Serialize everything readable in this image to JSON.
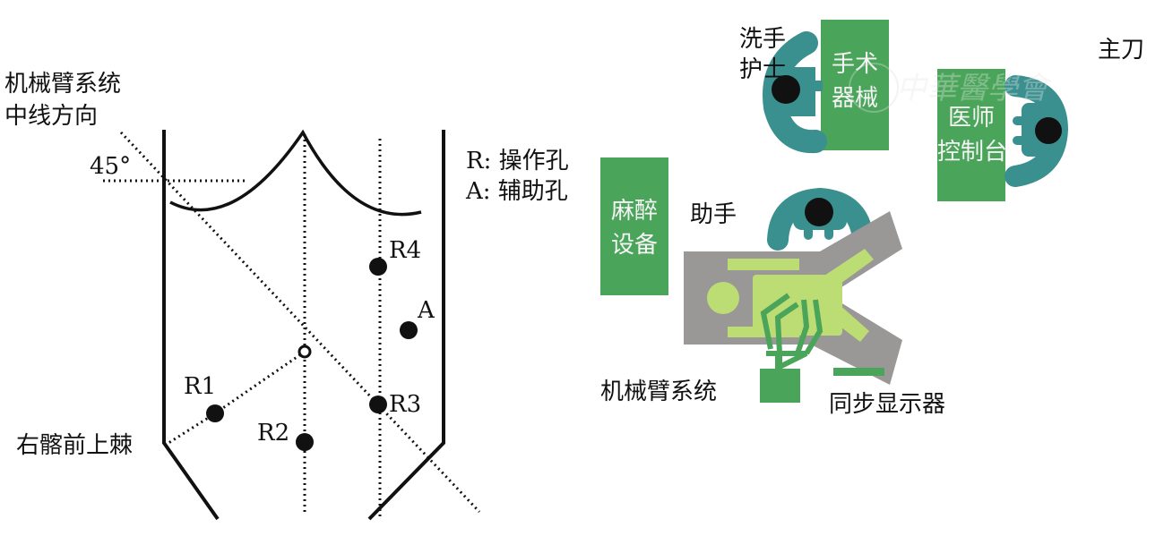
{
  "left_diagram": {
    "axis_title_line1": "机械臂系统",
    "axis_title_line2": "中线方向",
    "angle": "45°",
    "legend_r": "R: 操作孔",
    "legend_a": "A: 辅助孔",
    "ports": {
      "r1": "R1",
      "r2": "R2",
      "r3": "R3",
      "r4": "R4",
      "a": "A"
    },
    "landmark": "右髂前上棘"
  },
  "right_diagram": {
    "scrub_nurse_line1": "洗手",
    "scrub_nurse_line2": "护士",
    "instruments_line1": "手术",
    "instruments_line2": "器械",
    "surgeon": "主刀",
    "console_line1": "医师",
    "console_line2": "控制台",
    "anesthesia_line1": "麻醉",
    "anesthesia_line2": "设备",
    "assistant": "助手",
    "robot_arm": "机械臂系统",
    "monitor": "同步显示器"
  },
  "watermark": "中華醫學會",
  "colors": {
    "green": "#4aa55a",
    "teal": "#3a8f8f",
    "gray": "#9a9797",
    "light_green": "#bcdc74",
    "black": "#111111"
  }
}
